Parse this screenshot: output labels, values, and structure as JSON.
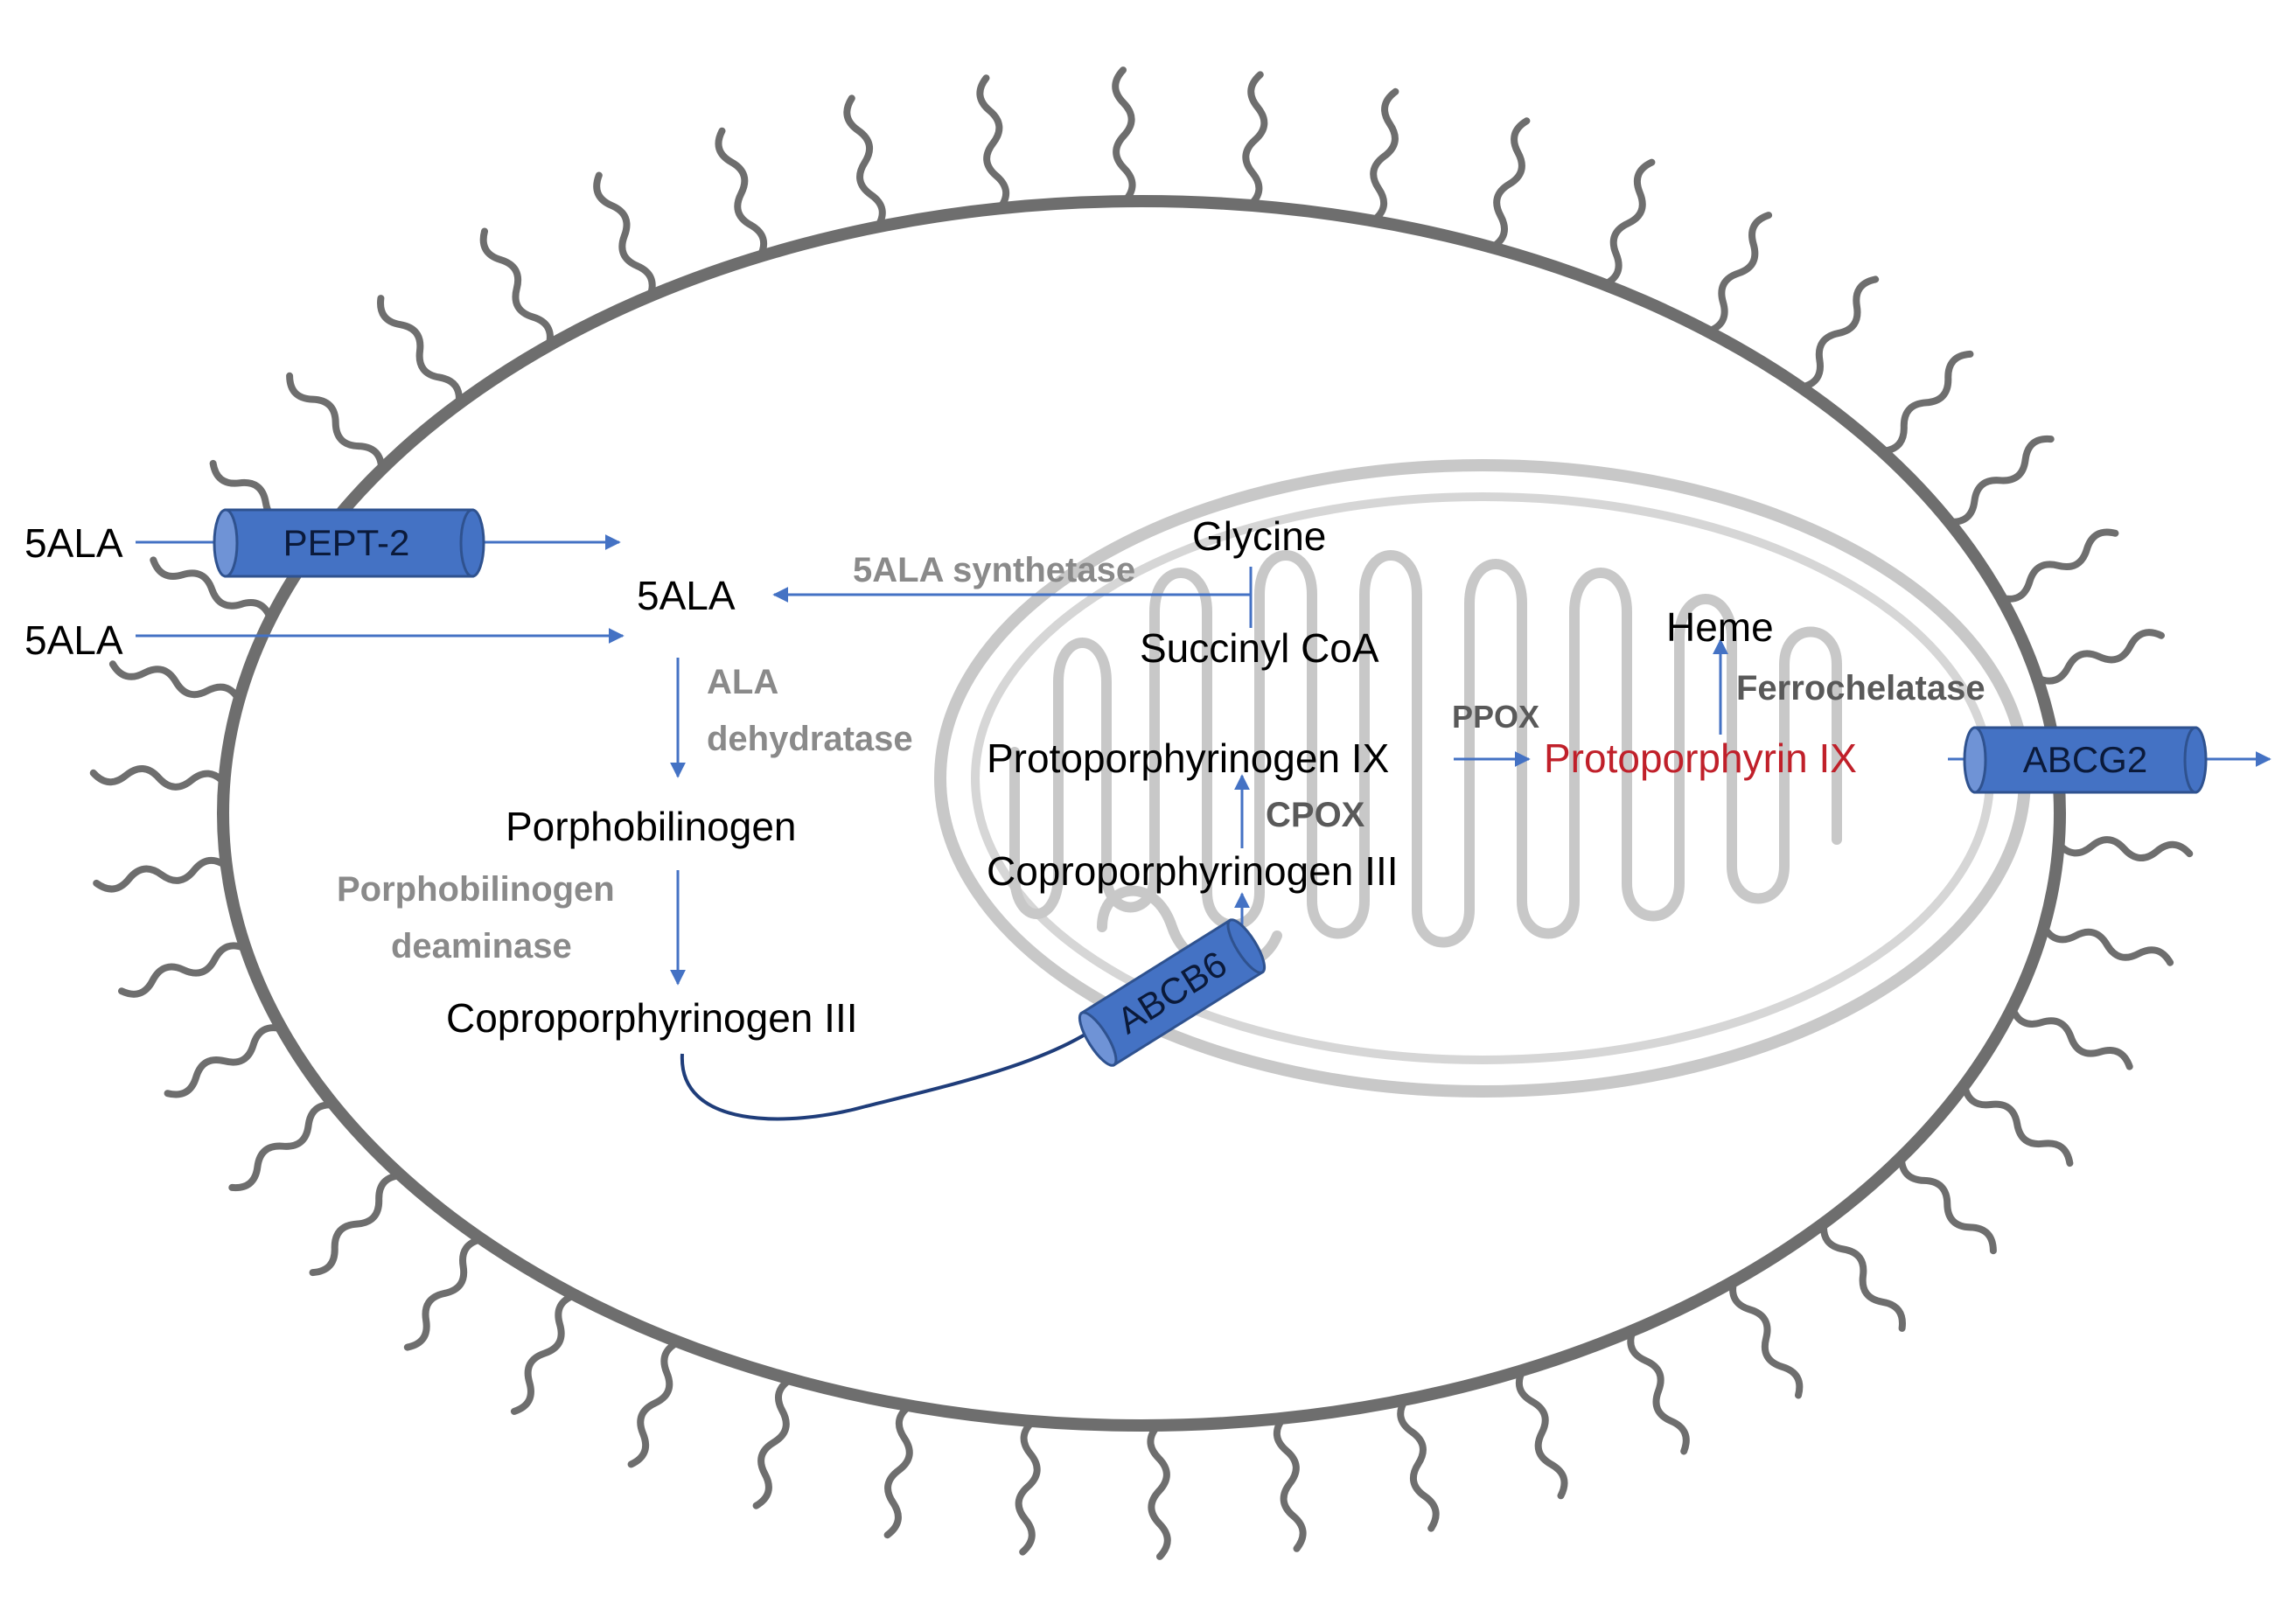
{
  "metabolites": {
    "ala_outside_1": "5ALA",
    "ala_outside_2": "5ALA",
    "ala_cytosol": "5ALA",
    "glycine": "Glycine",
    "succinyl_coa": "Succinyl CoA",
    "porphobilinogen": "Porphobilinogen",
    "coproporphyrinogen_cytosol": "Coproporphyrinogen III",
    "protoporphyrinogen": "Protoporphyrinogen IX",
    "coproporphyrinogen_mito": "Coproporphyrinogen III",
    "protoporphyrin": "Protoporphyrin IX",
    "heme": "Heme"
  },
  "enzymes": {
    "ala_synthetase": "5ALA synthetase",
    "ala_dehydratase_line1": "ALA",
    "ala_dehydratase_line2": "dehydratase",
    "pbg_deaminase_line1": "Porphobilinogen",
    "pbg_deaminase_line2": "deaminase",
    "cpox": "CPOX",
    "ppox": "PPOX",
    "ferrochelatase": "Ferrochelatase"
  },
  "transporters": {
    "pept2": "PEPT-2",
    "abcb6": "ABCB6",
    "abcg2": "ABCG2"
  },
  "colors": {
    "arrow": "#4472c4",
    "transporter_fill": "#4472c4",
    "transporter_stroke": "#2f528f",
    "cell_membrane": "#6e6e6e",
    "mitochondrion": "#c8c8c8",
    "enzyme_text": "#8a8a8a",
    "protoporphyrin_text": "#c0202a"
  }
}
